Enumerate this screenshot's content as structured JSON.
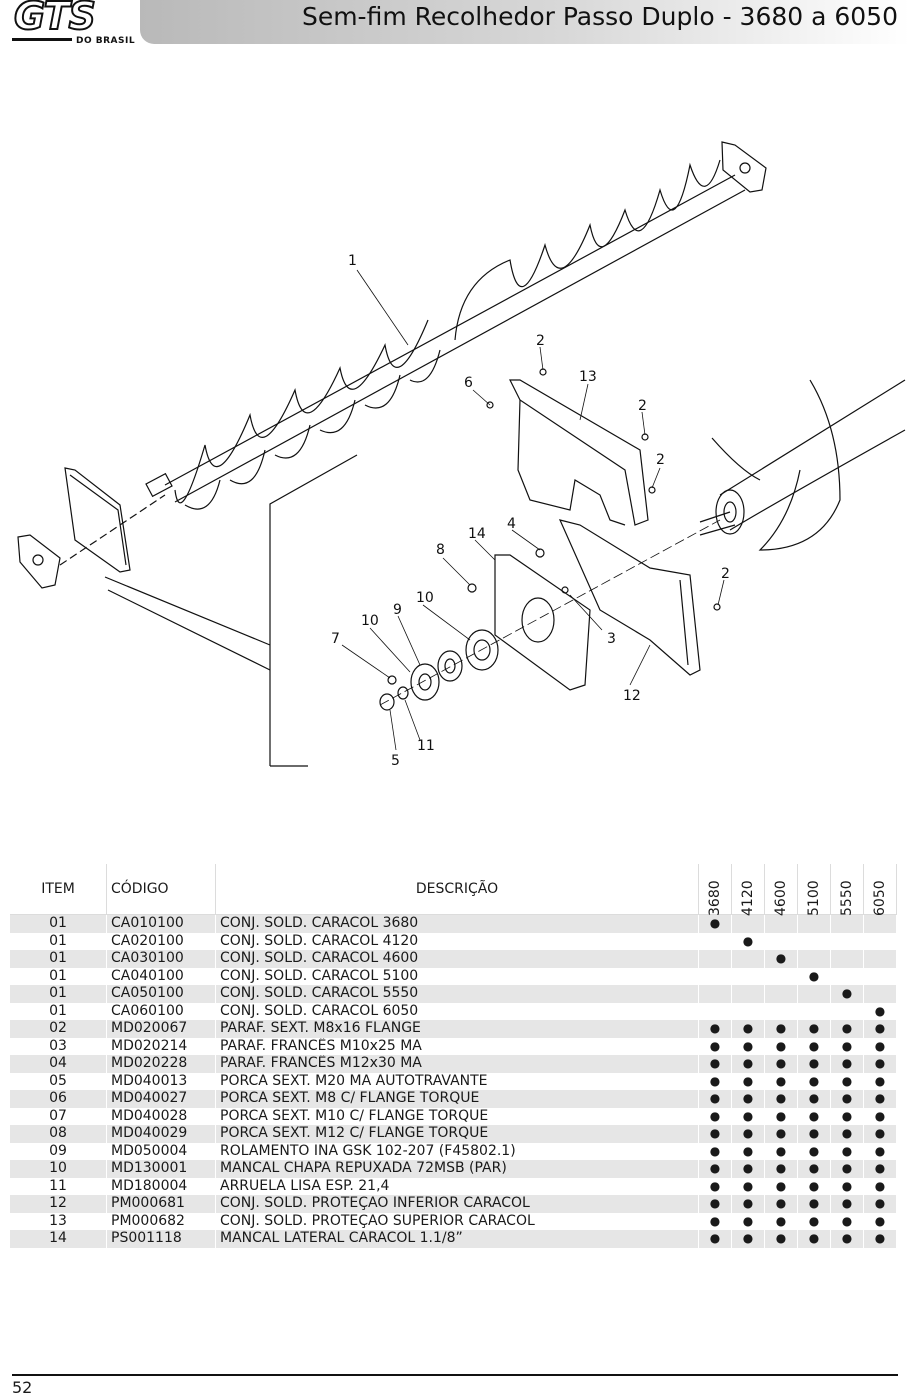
{
  "header": {
    "logo_text": "GTS",
    "logo_sub": "DO BRASIL",
    "title": "Sem-fim Recolhedor Passo Duplo - 3680 a 6050"
  },
  "diagram": {
    "callouts": [
      "1",
      "2",
      "6",
      "13",
      "2",
      "2",
      "14",
      "4",
      "8",
      "2",
      "9",
      "10",
      "10",
      "7",
      "3",
      "12",
      "11",
      "5"
    ]
  },
  "table": {
    "headers": {
      "item": "ITEM",
      "code": "CÓDIGO",
      "description": "DESCRIÇÃO",
      "models": [
        "3680",
        "4120",
        "4600",
        "5100",
        "5550",
        "6050"
      ]
    },
    "mark": "●",
    "rows": [
      {
        "item": "01",
        "code": "CA010100",
        "desc": "CONJ. SOLD. CARACOL 3680",
        "m": [
          1,
          0,
          0,
          0,
          0,
          0
        ]
      },
      {
        "item": "01",
        "code": "CA020100",
        "desc": "CONJ. SOLD. CARACOL 4120",
        "m": [
          0,
          1,
          0,
          0,
          0,
          0
        ]
      },
      {
        "item": "01",
        "code": "CA030100",
        "desc": "CONJ. SOLD. CARACOL 4600",
        "m": [
          0,
          0,
          1,
          0,
          0,
          0
        ]
      },
      {
        "item": "01",
        "code": "CA040100",
        "desc": "CONJ. SOLD. CARACOL 5100",
        "m": [
          0,
          0,
          0,
          1,
          0,
          0
        ]
      },
      {
        "item": "01",
        "code": "CA050100",
        "desc": "CONJ. SOLD. CARACOL 5550",
        "m": [
          0,
          0,
          0,
          0,
          1,
          0
        ]
      },
      {
        "item": "01",
        "code": "CA060100",
        "desc": "CONJ. SOLD. CARACOL 6050",
        "m": [
          0,
          0,
          0,
          0,
          0,
          1
        ]
      },
      {
        "item": "02",
        "code": "MD020067",
        "desc": "PARAF. SEXT. M8x16 FLANGE",
        "m": [
          1,
          1,
          1,
          1,
          1,
          1
        ]
      },
      {
        "item": "03",
        "code": "MD020214",
        "desc": "PARAF. FRANCÊS M10x25 MA",
        "m": [
          1,
          1,
          1,
          1,
          1,
          1
        ]
      },
      {
        "item": "04",
        "code": "MD020228",
        "desc": "PARAF. FRANCÊS M12x30 MA",
        "m": [
          1,
          1,
          1,
          1,
          1,
          1
        ]
      },
      {
        "item": "05",
        "code": "MD040013",
        "desc": "PORCA SEXT. M20 MA AUTOTRAVANTE",
        "m": [
          1,
          1,
          1,
          1,
          1,
          1
        ]
      },
      {
        "item": "06",
        "code": "MD040027",
        "desc": "PORCA SEXT. M8 C/ FLANGE TORQUE",
        "m": [
          1,
          1,
          1,
          1,
          1,
          1
        ]
      },
      {
        "item": "07",
        "code": "MD040028",
        "desc": "PORCA SEXT. M10 C/ FLANGE TORQUE",
        "m": [
          1,
          1,
          1,
          1,
          1,
          1
        ]
      },
      {
        "item": "08",
        "code": "MD040029",
        "desc": "PORCA SEXT. M12 C/ FLANGE TORQUE",
        "m": [
          1,
          1,
          1,
          1,
          1,
          1
        ]
      },
      {
        "item": "09",
        "code": "MD050004",
        "desc": "ROLAMENTO INA GSK 102-207 (F45802.1)",
        "m": [
          1,
          1,
          1,
          1,
          1,
          1
        ]
      },
      {
        "item": "10",
        "code": "MD130001",
        "desc": "MANCAL CHAPA REPUXADA 72MSB (PAR)",
        "m": [
          1,
          1,
          1,
          1,
          1,
          1
        ]
      },
      {
        "item": "11",
        "code": "MD180004",
        "desc": "ARRUELA LISA ESP. 21,4",
        "m": [
          1,
          1,
          1,
          1,
          1,
          1
        ]
      },
      {
        "item": "12",
        "code": "PM000681",
        "desc": "CONJ. SOLD. PROTEÇAO INFERIOR CARACOL",
        "m": [
          1,
          1,
          1,
          1,
          1,
          1
        ]
      },
      {
        "item": "13",
        "code": "PM000682",
        "desc": "CONJ. SOLD. PROTEÇAO SUPERIOR CARACOL",
        "m": [
          1,
          1,
          1,
          1,
          1,
          1
        ]
      },
      {
        "item": "14",
        "code": "PS001118",
        "desc": "MANCAL LATERAL CARACOL 1.1/8”",
        "m": [
          1,
          1,
          1,
          1,
          1,
          1
        ]
      }
    ]
  },
  "footer": {
    "page_number": "52"
  }
}
